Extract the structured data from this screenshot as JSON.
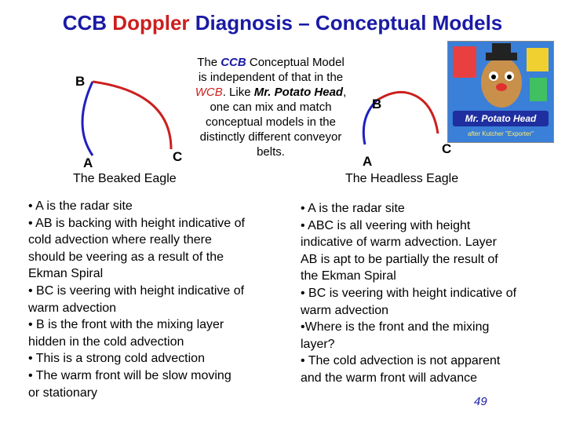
{
  "title": {
    "part1": "CCB ",
    "part2": "Doppler",
    "part3": " Diagnosis – Conceptual Models"
  },
  "beaked": {
    "label_b": "B",
    "label_a": "A",
    "label_c": "C",
    "caption": "The Beaked Eagle"
  },
  "headless": {
    "label_b": "B",
    "label_a": "A",
    "label_c": "C",
    "caption": "The Headless Eagle"
  },
  "center_text": {
    "l1": "The ",
    "ccb": "CCB",
    "l1b": " Conceptual Model",
    "l2": "is independent of that in the",
    "wcb": "WCB",
    "l3a": ". Like ",
    "potato": "Mr. Potato Head",
    "l3b": ",",
    "l4": "one can mix and match",
    "l5": "conceptual models in the",
    "l6": "distinctly different conveyor",
    "l7": "belts."
  },
  "left_bullets": [
    "• A is the radar site",
    "• AB is backing with height indicative of",
    "cold advection where really there",
    "should be veering as a result of the",
    "Ekman Spiral",
    "• BC is veering with height indicative of",
    "warm advection",
    "• B is the front with the mixing layer",
    "hidden in the cold advection",
    "• This is a strong cold advection",
    "• The warm front will be slow moving",
    "or stationary"
  ],
  "right_bullets": [
    "• A is the radar site",
    "• ABC is all veering with height",
    "indicative of warm advection. Layer",
    "AB is apt to be partially the result of",
    "the Ekman Spiral",
    "• BC is veering with height indicative of",
    "warm advection",
    "•Where is the front and the mixing",
    "layer?",
    "• The cold advection is not apparent",
    "and the warm front will advance"
  ],
  "potato_image": {
    "banner": "Mr. Potato Head",
    "sub": "after Kutcher \"Exporter\""
  },
  "page_number": "49",
  "colors": {
    "title_blue": "#1a1aa6",
    "title_red": "#cc1f1f",
    "curve_blue": "#2020c0",
    "curve_red": "#cc1f1f"
  }
}
